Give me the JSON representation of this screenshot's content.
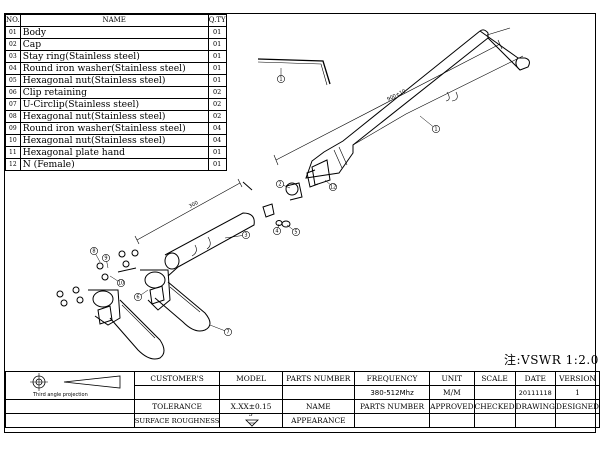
{
  "parts_list": {
    "headers": {
      "no": "NO.",
      "name": "NAME",
      "qty": "Q.TY"
    },
    "rows": [
      {
        "no": "01",
        "name": "Body",
        "qty": "01"
      },
      {
        "no": "02",
        "name": "Cap",
        "qty": "01"
      },
      {
        "no": "03",
        "name": "Stay ring(Stainless steel)",
        "qty": "01"
      },
      {
        "no": "04",
        "name": "Round iron washer(Stainless steel)",
        "qty": "01"
      },
      {
        "no": "05",
        "name": "Hexagonal nut(Stainless steel)",
        "qty": "01"
      },
      {
        "no": "06",
        "name": "Clip retaining",
        "qty": "02"
      },
      {
        "no": "07",
        "name": "U-Circlip(Stainless steel)",
        "qty": "02"
      },
      {
        "no": "08",
        "name": "Hexagonal nut(Stainless steel)",
        "qty": "02"
      },
      {
        "no": "09",
        "name": "Round iron washer(Stainless steel)",
        "qty": "04"
      },
      {
        "no": "10",
        "name": "Hexagonal nut(Stainless steel)",
        "qty": "04"
      },
      {
        "no": "11",
        "name": "Hexagonal plate hand",
        "qty": "01"
      },
      {
        "no": "12",
        "name": "N (Female)",
        "qty": "01"
      }
    ]
  },
  "dimensions": {
    "long_section": "900±10",
    "short_section": "300"
  },
  "callouts": [
    "1",
    "2",
    "3",
    "4",
    "5",
    "6",
    "7",
    "8",
    "9",
    "10",
    "11",
    "12"
  ],
  "vswr_note": "注:VSWR 1:2.0",
  "title_block": {
    "projection_label": "Third angle projection",
    "row1": [
      "CUSTOMER'S",
      "MODEL",
      "PARTS NUMBER",
      "FREQUENCY",
      "UNIT",
      "SCALE",
      "DATE",
      "VERSION"
    ],
    "row2": [
      "",
      "",
      "",
      "380-512Mhz",
      "M/M",
      "",
      "20111118",
      "1"
    ],
    "row3": [
      "TOLERANCE",
      "X.XX±0.15",
      "NAME",
      "PARTS NUMBER",
      "APPROVED",
      "CHECKED",
      "DRAWING",
      "DESIGNED"
    ],
    "row4": [
      "SURFACE ROUGHNESS",
      "",
      "APPEARANCE",
      "",
      "",
      "",
      "",
      ""
    ],
    "roughness_symbol": "S"
  }
}
